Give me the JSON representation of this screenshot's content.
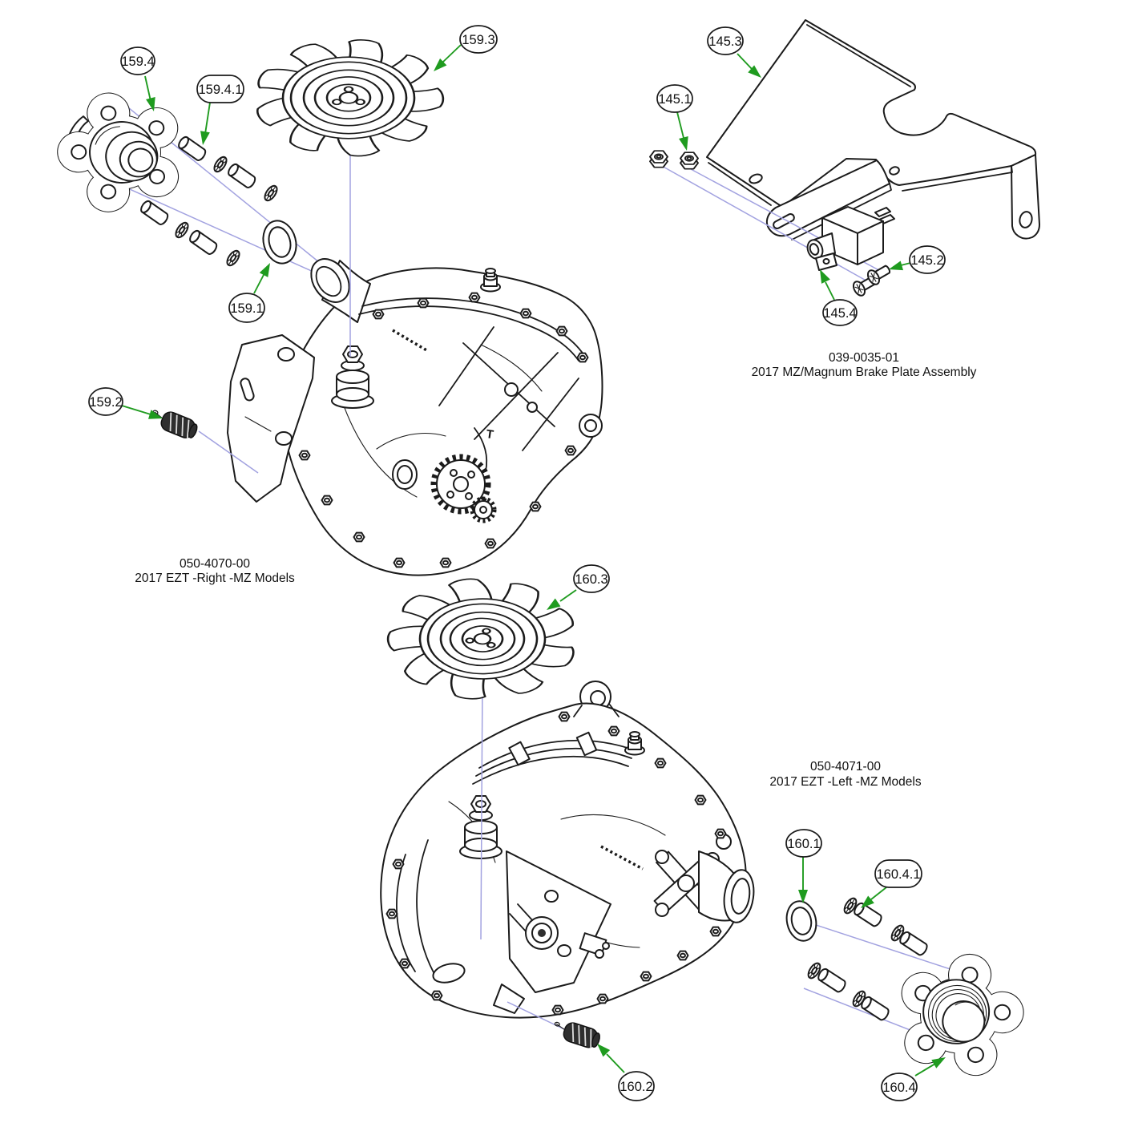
{
  "colors": {
    "background": "#ffffff",
    "line_art": "#1b1b1b",
    "arrow_green": "#1f9b1f",
    "leader_line": "#a2a2e0",
    "callout_fill": "#ffffff",
    "text": "#111111"
  },
  "callouts": {
    "c159_1": {
      "label": "159.1"
    },
    "c159_2": {
      "label": "159.2"
    },
    "c159_3": {
      "label": "159.3"
    },
    "c159_4": {
      "label": "159.4"
    },
    "c159_4_1": {
      "label": "159.4.1"
    },
    "c145_1": {
      "label": "145.1"
    },
    "c145_2": {
      "label": "145.2"
    },
    "c145_3": {
      "label": "145.3"
    },
    "c145_4": {
      "label": "145.4"
    },
    "c160_1": {
      "label": "160.1"
    },
    "c160_2": {
      "label": "160.2"
    },
    "c160_3": {
      "label": "160.3"
    },
    "c160_4": {
      "label": "160.4"
    },
    "c160_4_1": {
      "label": "160.4.1"
    }
  },
  "assembly_labels": {
    "brake_plate": {
      "part_number": "039-0035-01",
      "description": "2017 MZ/Magnum Brake Plate Assembly"
    },
    "right_transaxle": {
      "part_number": "050-4070-00",
      "description": "2017 EZT -Right -MZ Models"
    },
    "left_transaxle": {
      "part_number": "050-4071-00",
      "description": "2017 EZT -Left -MZ Models"
    }
  },
  "markings": {
    "right_housing_letter": "T"
  }
}
